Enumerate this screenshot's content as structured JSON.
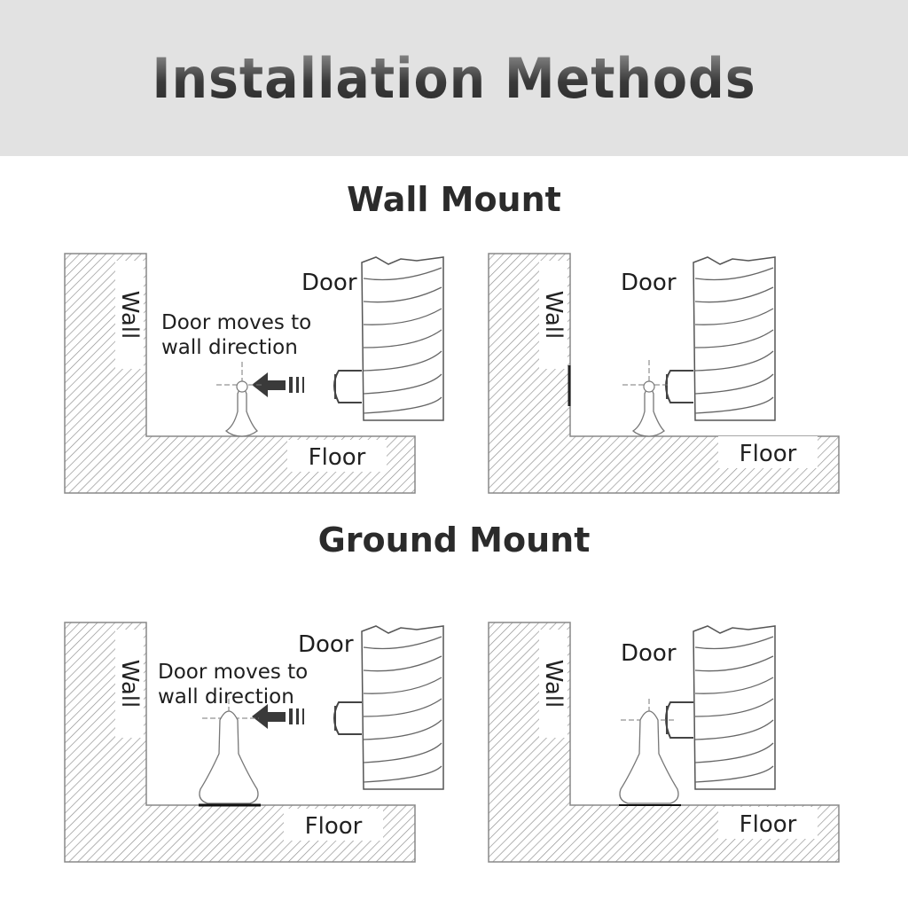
{
  "header": {
    "title": "Installation Methods"
  },
  "sections": [
    {
      "title": "Wall Mount",
      "panels": [
        {
          "door": "Door",
          "wall": "Wall",
          "floor": "Floor",
          "direction": [
            "Door moves to",
            "wall direction"
          ]
        },
        {
          "door": "Door",
          "wall": "Wall",
          "floor": "Floor"
        }
      ]
    },
    {
      "title": "Ground Mount",
      "panels": [
        {
          "door": "Door",
          "wall": "Wall",
          "floor": "Floor",
          "direction": [
            "Door moves to",
            "wall direction"
          ]
        },
        {
          "door": "Door",
          "wall": "Wall",
          "floor": "Floor"
        }
      ]
    }
  ],
  "icons": [
    "arrow-left-icon",
    "door-stopper-icon",
    "crosshair-icon",
    "door-magnet-icon"
  ],
  "colors": {
    "banner": "#e2e2e2",
    "hatch": "#9a9a9a",
    "line": "#555555",
    "arrow": "#3a3a3a"
  }
}
